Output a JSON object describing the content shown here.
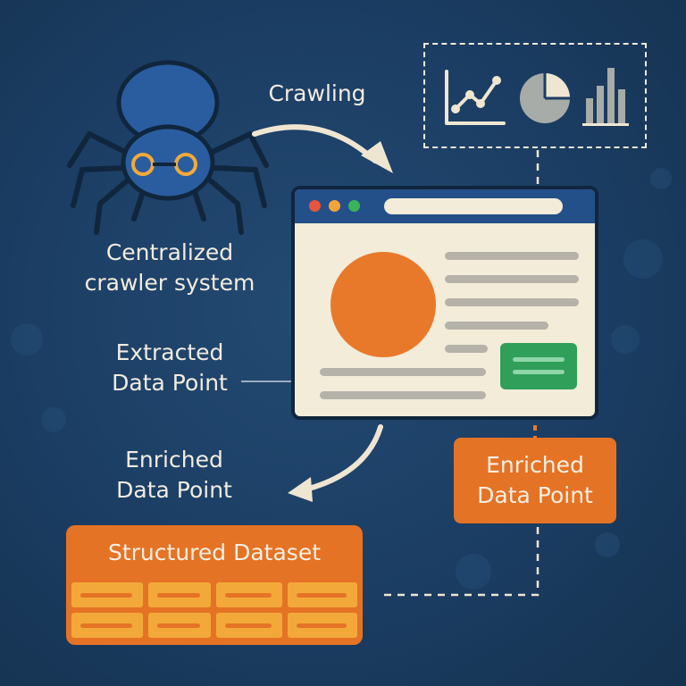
{
  "labels": {
    "crawling": "Crawling",
    "crawler_line1": "Centralized",
    "crawler_line2": "crawler system",
    "extracted_line1": "Extracted",
    "extracted_line2": "Data Point",
    "enriched_left_line1": "Enriched",
    "enriched_left_line2": "Data Point"
  },
  "enriched_box": {
    "line1": "Enriched",
    "line2": "Data Point"
  },
  "dataset": {
    "title": "Structured Dataset"
  },
  "colors": {
    "background": "#1b3d63",
    "accent_orange": "#e57325",
    "accent_yellow": "#f3a93a",
    "spider_blue": "#2a5d9f",
    "browser_bar": "#24508a",
    "green": "#2f9f5a",
    "cream": "#f2ece0"
  },
  "icons": [
    "spider-icon",
    "line-chart-icon",
    "pie-chart-icon",
    "bar-chart-icon",
    "browser-window-icon"
  ]
}
